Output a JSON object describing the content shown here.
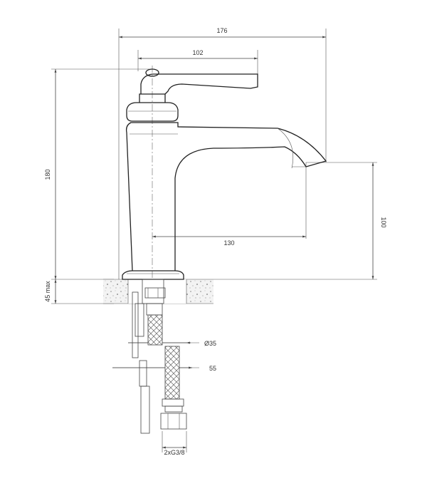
{
  "dimensions": {
    "overall_width": "176",
    "handle_length": "102",
    "total_height": "180",
    "spout_height": "100",
    "spout_reach": "130",
    "counter_thickness": "45 max",
    "hole_diameter": "Ø35",
    "min_space": "55",
    "hose_thread": "2xG3/8"
  }
}
